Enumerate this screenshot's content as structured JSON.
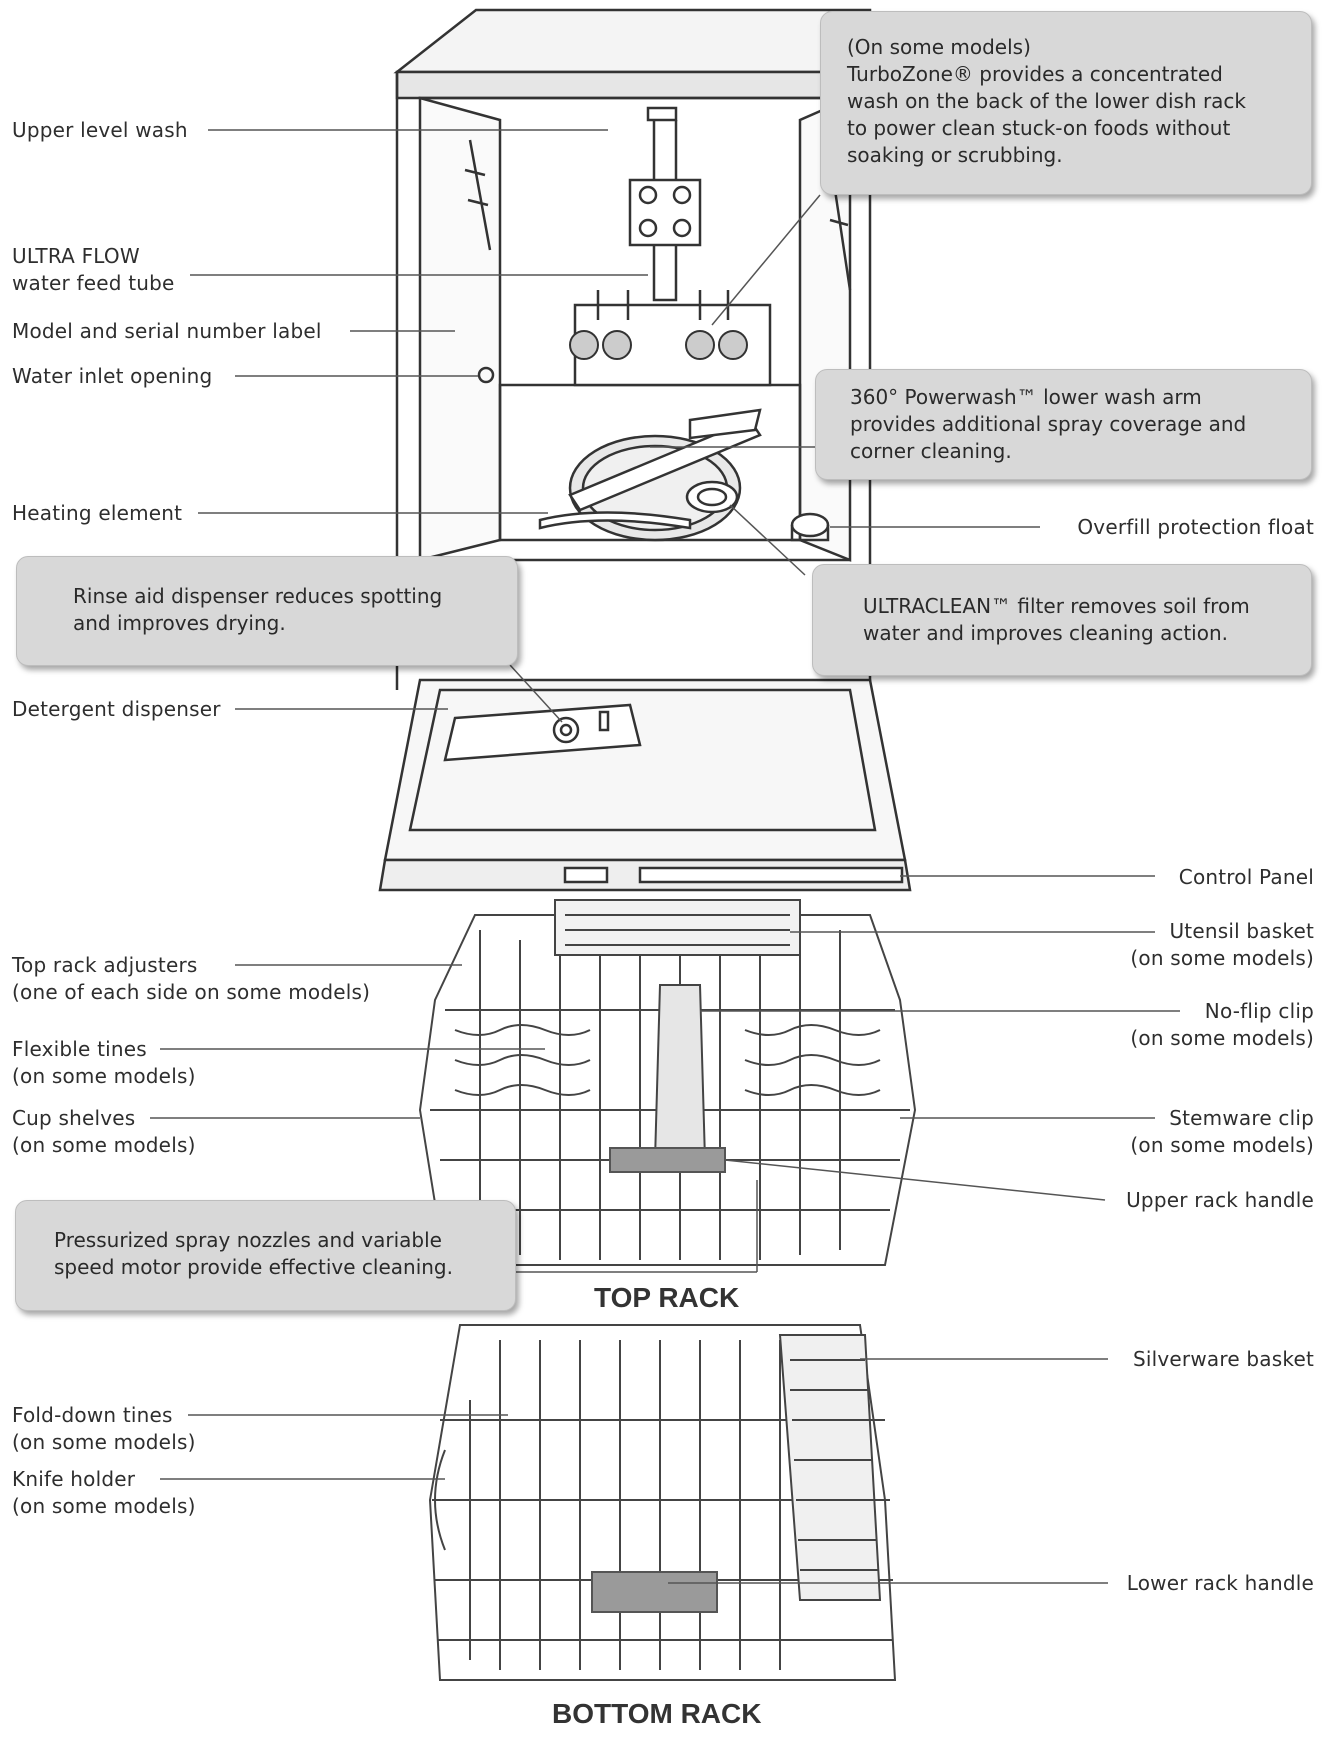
{
  "labels": {
    "upper_level_wash": "Upper level wash",
    "ultra_flow_1": "ULTRA FLOW",
    "ultra_flow_2": "water feed tube",
    "model_serial": "Model and serial number label",
    "water_inlet": "Water inlet opening",
    "heating_element": "Heating element",
    "detergent_dispenser": "Detergent dispenser",
    "overfill_float": "Overfill protection float",
    "control_panel": "Control Panel",
    "utensil_basket_1": "Utensil basket",
    "utensil_basket_2": "(on some models)",
    "top_rack_adjusters_1": "Top rack adjusters",
    "top_rack_adjusters_2": "(one of each side on some models)",
    "no_flip_clip_1": "No-flip clip",
    "no_flip_clip_2": "(on some models)",
    "flexible_tines_1": "Flexible tines",
    "flexible_tines_2": "(on some models)",
    "cup_shelves_1": "Cup shelves",
    "cup_shelves_2": "(on some models)",
    "stemware_clip_1": "Stemware clip",
    "stemware_clip_2": "(on some models)",
    "upper_rack_handle": "Upper rack handle",
    "silverware_basket": "Silverware basket",
    "fold_down_tines_1": "Fold-down tines",
    "fold_down_tines_2": "(on some models)",
    "knife_holder_1": "Knife holder",
    "knife_holder_2": "(on some models)",
    "lower_rack_handle": "Lower rack handle"
  },
  "callouts": {
    "turbozone": [
      "(On some models)",
      "TurboZone® provides a concentrated",
      "wash on the back of the lower dish rack",
      "to power clean stuck-on foods without",
      "soaking or scrubbing."
    ],
    "powerwash": [
      "360° Powerwash™ lower wash arm",
      "provides additional spray coverage and",
      "corner cleaning."
    ],
    "rinse_aid": [
      "Rinse aid dispenser reduces spotting",
      "and improves drying."
    ],
    "ultraclean": [
      "ULTRACLEAN™ filter removes soil from",
      "water and improves cleaning action."
    ],
    "pressurized": [
      "Pressurized spray nozzles and variable",
      "speed motor provide effective cleaning."
    ]
  },
  "titles": {
    "top_rack": "TOP RACK",
    "bottom_rack": "BOTTOM RACK"
  },
  "colors": {
    "line": "#555555",
    "callout_bg": "#d8d8d8",
    "handle": "#9a9a9a"
  }
}
